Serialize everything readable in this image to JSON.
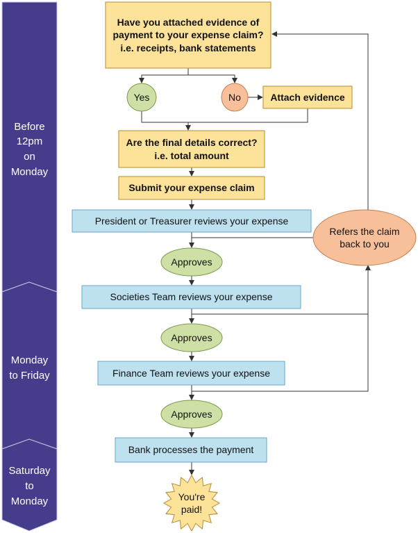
{
  "timeline": {
    "phase1": "Before\n12pm\non\nMonday",
    "phase2": "Monday\nto Friday",
    "phase3": "Saturday\nto\nMonday"
  },
  "steps": {
    "q_evidence": "Have you attached evidence of\npayment to your expense claim?\ni.e. receipts, bank statements",
    "yes": "Yes",
    "no": "No",
    "attach": "Attach evidence",
    "q_details": "Are the final details correct?\ni.e. total amount",
    "submit": "Submit your expense claim",
    "president_review": "President or Treasurer reviews your expense",
    "refer_back": "Refers the claim\nback to you",
    "approves_1": "Approves",
    "societies_review": "Societies Team reviews your expense",
    "approves_2": "Approves",
    "finance_review": "Finance Team reviews your expense",
    "approves_3": "Approves",
    "bank": "Bank processes the payment",
    "paid": "You're\npaid!"
  },
  "colors": {
    "timeline": "#463c8c",
    "yellow_box": "#fde39a",
    "yellow_border": "#d4a93b",
    "blue_box": "#bde1ef",
    "blue_border": "#6aa7c4",
    "green": "#cfe0a6",
    "green_border": "#7d9a4b",
    "orange": "#f8c09a",
    "orange_border": "#c47e4c"
  }
}
